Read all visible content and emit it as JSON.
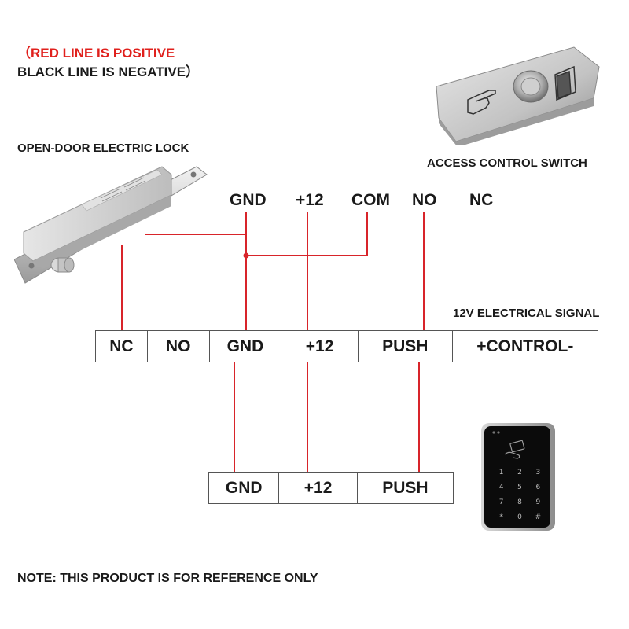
{
  "legend": {
    "open_paren": "（",
    "red_line": "RED LINE IS POSITIVE",
    "black_line": "BLACK LINE IS NEGATIVE",
    "close_paren": "）"
  },
  "lock": {
    "label": "OPEN-DOOR ELECTRIC LOCK"
  },
  "switch": {
    "label": "ACCESS CONTROL SWITCH"
  },
  "switch_terminals": [
    "GND",
    "+12",
    "COM",
    "NO",
    "NC"
  ],
  "signal_label": "12V ELECTRICAL SIGNAL",
  "controller_terminals": [
    "NC",
    "NO",
    "GND",
    "+12",
    "PUSH",
    "+CONTROL-"
  ],
  "keypad_terminals": [
    "GND",
    "+12",
    "PUSH"
  ],
  "keypad": {
    "keys": [
      "1",
      "2",
      "3",
      "4",
      "5",
      "6",
      "7",
      "8",
      "9",
      "*",
      "0",
      "#"
    ]
  },
  "note": "NOTE: THIS PRODUCT IS FOR REFERENCE ONLY",
  "colors": {
    "wire": "#d8242a",
    "text": "#1a1a1a",
    "legend_red": "#e0201c"
  }
}
